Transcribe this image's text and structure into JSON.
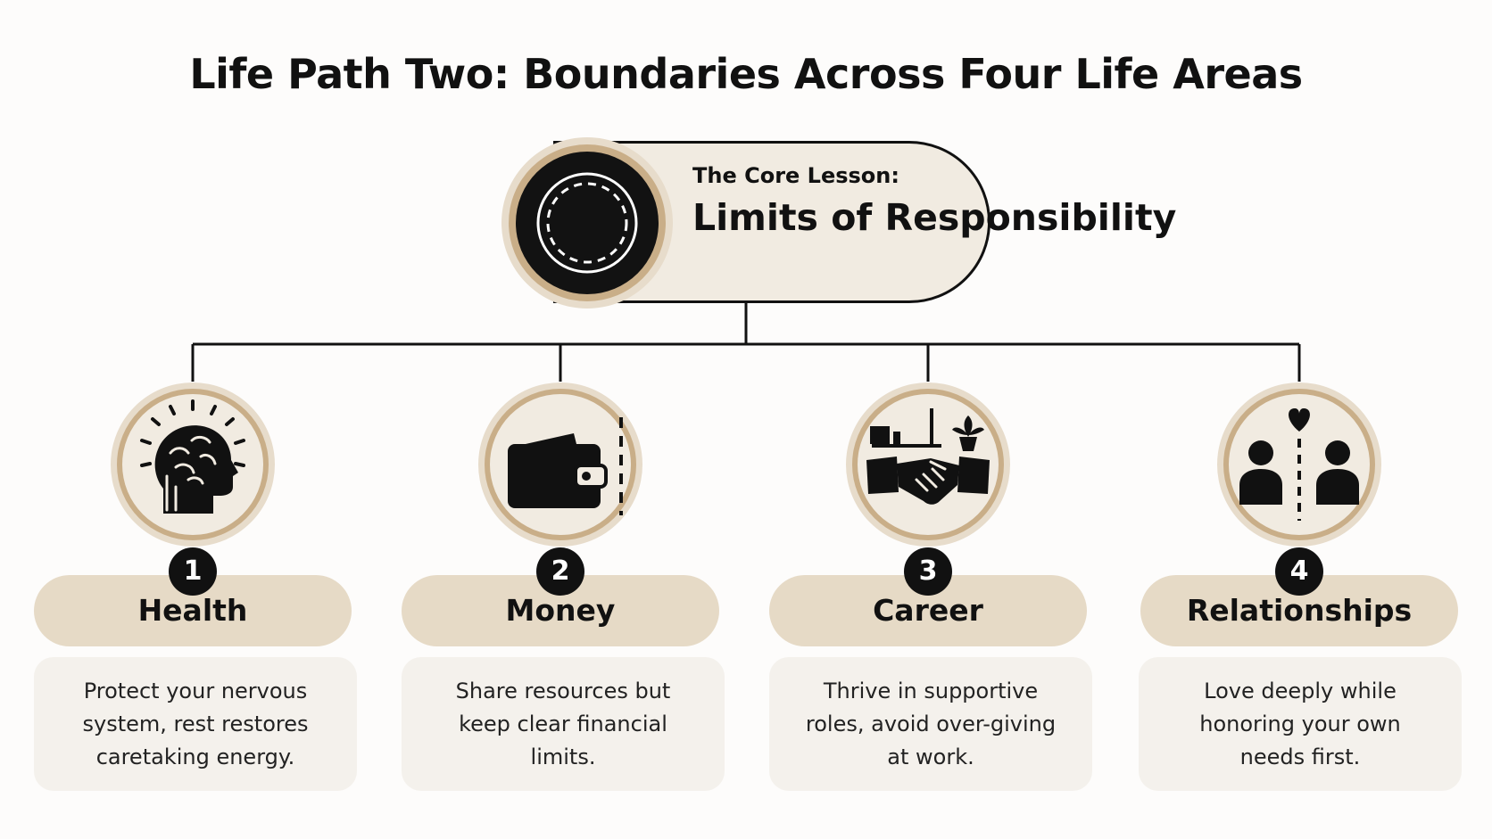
{
  "title": "Life Path Two: Boundaries Across Four Life Areas",
  "core": {
    "subtitle": "The Core Lesson:",
    "heading": "Limits of Responsibility",
    "icon": "dashed-circle-boundary-icon"
  },
  "colors": {
    "background": "#fdfcfb",
    "pill_fill": "#f1ebe1",
    "label_fill": "#e6dac6",
    "desc_fill": "#f4f1ec",
    "gold_ring": "#c9ae88",
    "dark": "#111111"
  },
  "areas": [
    {
      "number": "1",
      "label": "Health",
      "description": "Protect your nervous system, rest restores caretaking energy.",
      "icon": "brain-head-icon"
    },
    {
      "number": "2",
      "label": "Money",
      "description": "Share resources but keep clear financial limits.",
      "icon": "wallet-boundary-icon"
    },
    {
      "number": "3",
      "label": "Career",
      "description": "Thrive in supportive roles, avoid over-giving at work.",
      "icon": "handshake-office-icon"
    },
    {
      "number": "4",
      "label": "Relationships",
      "description": "Love deeply while honoring your own needs first.",
      "icon": "two-people-heart-icon"
    }
  ]
}
